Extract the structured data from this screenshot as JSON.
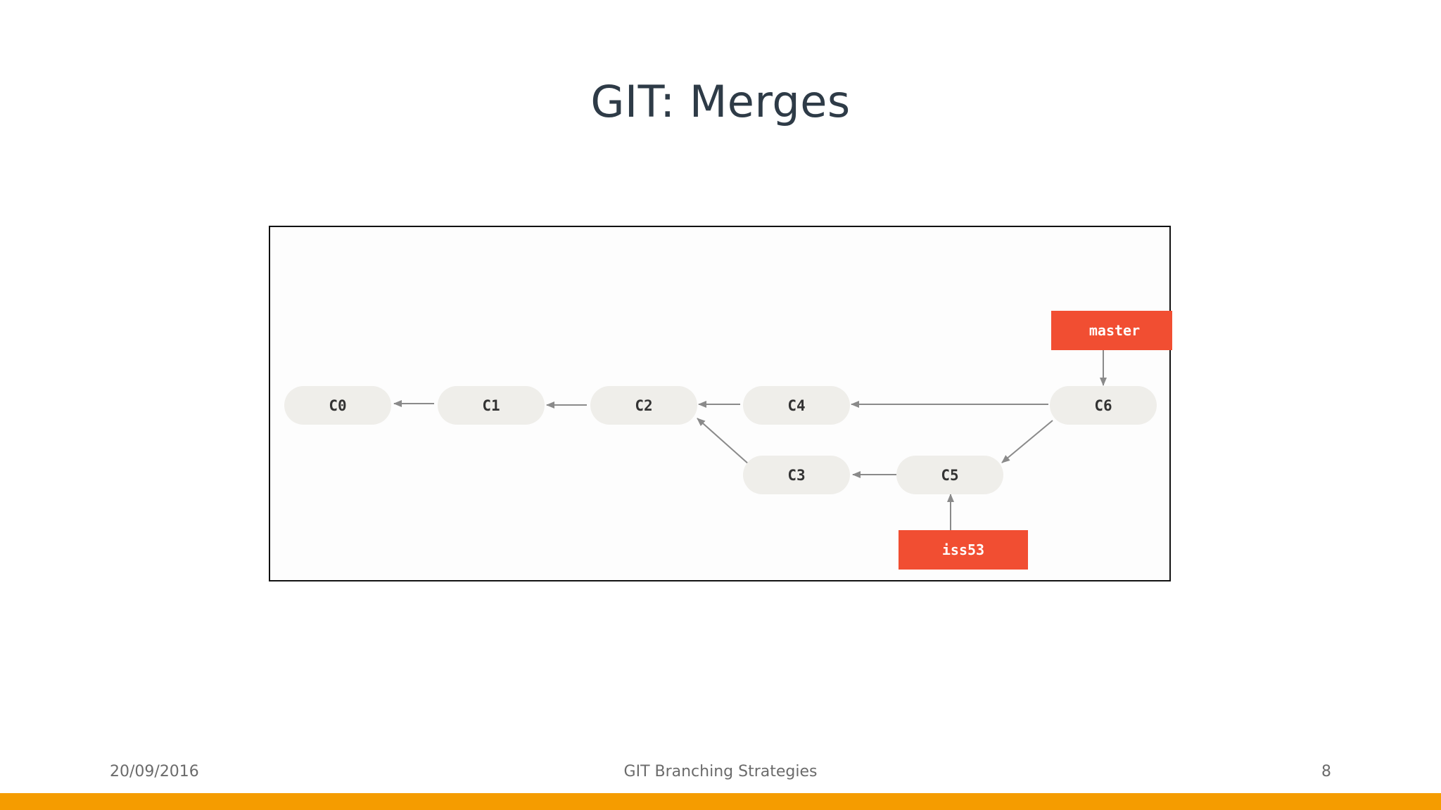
{
  "slide": {
    "title": "GIT: Merges",
    "footer": {
      "date": "20/09/2016",
      "center": "GIT Branching Strategies",
      "page": "8"
    },
    "accent_color": "#f59c00"
  },
  "diagram": {
    "commits": [
      {
        "id": "c0",
        "label": "C0"
      },
      {
        "id": "c1",
        "label": "C1"
      },
      {
        "id": "c2",
        "label": "C2"
      },
      {
        "id": "c4",
        "label": "C4"
      },
      {
        "id": "c6",
        "label": "C6"
      },
      {
        "id": "c3",
        "label": "C3"
      },
      {
        "id": "c5",
        "label": "C5"
      }
    ],
    "parent_links": [
      {
        "from": "C1",
        "to": "C0"
      },
      {
        "from": "C2",
        "to": "C1"
      },
      {
        "from": "C4",
        "to": "C2"
      },
      {
        "from": "C3",
        "to": "C2"
      },
      {
        "from": "C6",
        "to": "C4"
      },
      {
        "from": "C6",
        "to": "C5"
      },
      {
        "from": "C5",
        "to": "C3"
      }
    ],
    "branches": [
      {
        "name": "master",
        "points_to": "C6"
      },
      {
        "name": "iss53",
        "points_to": "C5"
      }
    ],
    "colors": {
      "commit_fill": "#efeeea",
      "branch_fill": "#f14e32",
      "arrow": "#8a8a8a"
    }
  }
}
